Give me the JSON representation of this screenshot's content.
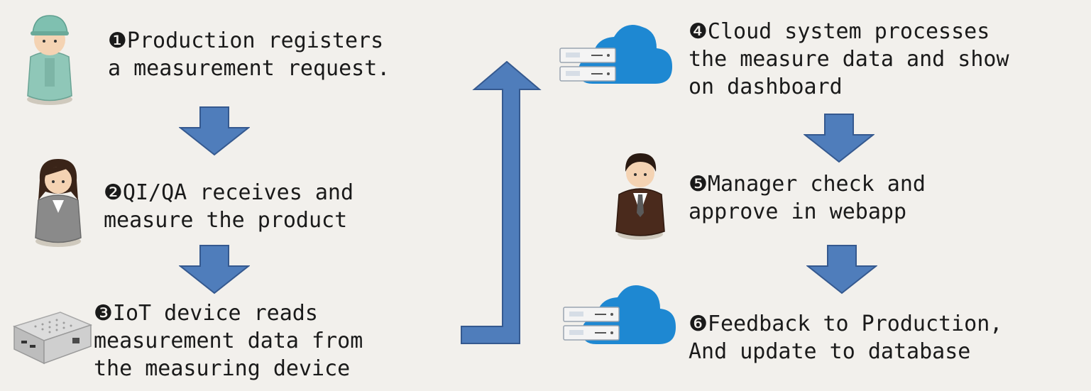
{
  "steps": [
    {
      "marker": "❶",
      "lines": [
        "Production registers",
        "a measurement request."
      ],
      "icon": "production-worker-icon"
    },
    {
      "marker": "❷",
      "lines": [
        "QI/QA receives and",
        "measure the product"
      ],
      "icon": "qa-staff-icon"
    },
    {
      "marker": "❸",
      "lines": [
        "IoT device reads",
        "measurement data from",
        "the measuring device"
      ],
      "icon": "iot-device-icon"
    },
    {
      "marker": "❹",
      "lines": [
        "Cloud system processes",
        "the measure data and show",
        "on dashboard"
      ],
      "icon": "cloud-server-icon"
    },
    {
      "marker": "❺",
      "lines": [
        "Manager check and",
        "approve in webapp"
      ],
      "icon": "manager-icon"
    },
    {
      "marker": "❻",
      "lines": [
        "Feedback to Production,",
        "And update to database"
      ],
      "icon": "cloud-server-icon"
    }
  ],
  "colors": {
    "background": "#f2f0ec",
    "arrow_fill": "#4f7dbb",
    "arrow_stroke": "#35598f",
    "cloud": "#1e88d2"
  }
}
